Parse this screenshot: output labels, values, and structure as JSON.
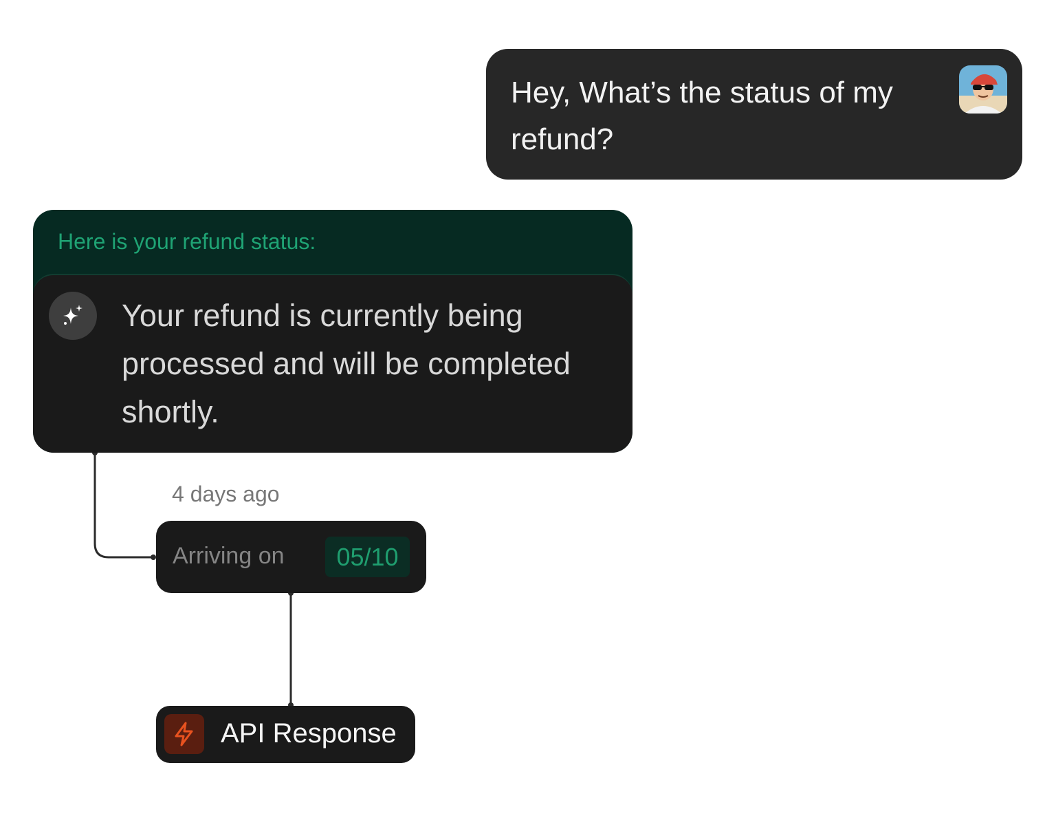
{
  "user_message": {
    "text": "Hey, What’s the status of my refund?",
    "avatar_icon": "user-avatar"
  },
  "bot_message": {
    "header": "Here is your refund status:",
    "text": "Your refund is currently being processed and will be completed shortly.",
    "icon": "sparkle-icon"
  },
  "timeline": {
    "timestamp": "4 days ago",
    "arrival_label": "Arriving on",
    "arrival_date": "05/10",
    "api_label": "API Response",
    "api_icon": "lightning-icon"
  },
  "colors": {
    "accent_green": "#1fa374",
    "api_orange": "#e8521f"
  }
}
